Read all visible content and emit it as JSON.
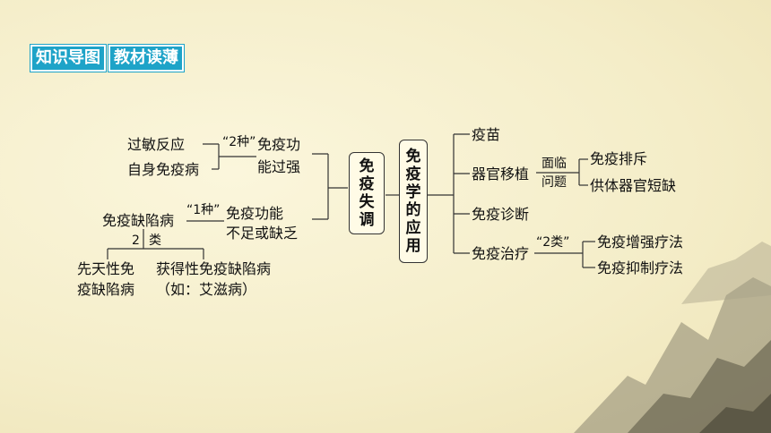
{
  "header": {
    "tag1": "知识导图",
    "tag2": "教材读薄"
  },
  "center": {
    "disorder_box": [
      "免",
      "疫",
      "失",
      "调"
    ],
    "application_box": [
      "免",
      "疫",
      "学",
      "的",
      "应",
      "用"
    ]
  },
  "left": {
    "allergy": "过敏反应",
    "autoimmune": "自身免疫病",
    "two_kinds": "“2种”",
    "overactive_1": "免疫功",
    "overactive_2": "能过强",
    "immunodeficiency": "免疫缺陷病",
    "one_kind": "“1种”",
    "deficient_1": "免疫功能",
    "deficient_2": "不足或缺乏",
    "two_classes": "2",
    "class_word": "类",
    "congenital_1": "先天性免",
    "congenital_2": "疫缺陷病",
    "acquired_1": "获得性免疫缺陷病",
    "acquired_2": "（如：艾滋病）"
  },
  "right": {
    "vaccine": "疫苗",
    "transplant": "器官移植",
    "face_1": "面临",
    "face_2": "问题",
    "rejection": "免疫排斥",
    "shortage": "供体器官短缺",
    "diagnosis": "免疫诊断",
    "therapy": "免疫治疗",
    "two_classes": "“2类”",
    "enhance": "免疫增强疗法",
    "suppress": "免疫抑制疗法"
  }
}
